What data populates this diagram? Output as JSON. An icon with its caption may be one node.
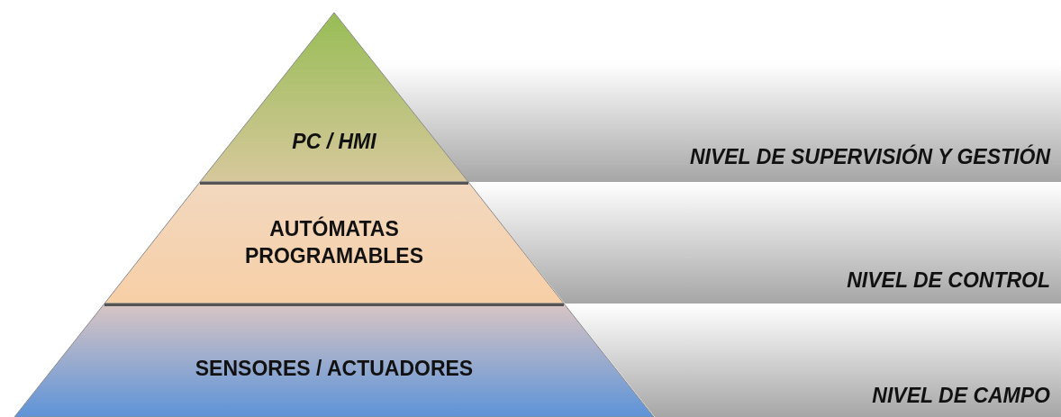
{
  "diagram": {
    "nodes": [
      {
        "text": [
          "PC / HMI"
        ]
      },
      {
        "text": [
          "AUTÓMATAS PROGRAMABLES"
        ]
      },
      {
        "text": [
          "SENSORES / ACTUADORES"
        ]
      },
      {
        "text": [
          "NIVEL DE SUPERVISIÓN Y GESTIÓN"
        ]
      },
      {
        "text": [
          "NIVEL DE CONTROL"
        ]
      },
      {
        "text": [
          "NIVEL DE CAMPO"
        ]
      }
    ]
  }
}
